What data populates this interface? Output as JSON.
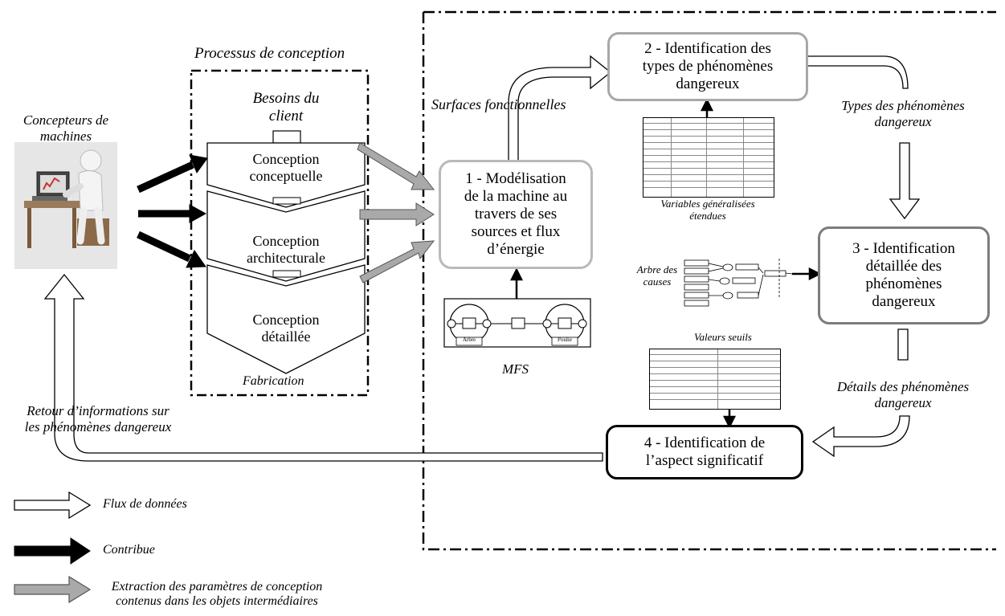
{
  "title_process": "Processus de conception",
  "designers_label": [
    "Concepteurs de",
    "machines"
  ],
  "besoins_label": [
    "Besoins du",
    "client"
  ],
  "phases": [
    {
      "line1": "Conception",
      "line2": "conceptuelle"
    },
    {
      "line1": "Conception",
      "line2": "architecturale"
    },
    {
      "line1": "Conception",
      "line2": "détaillée"
    }
  ],
  "fabrication_label": "Fabrication",
  "surfaces_label": "Surfaces fonctionnelles",
  "box1": [
    "1 - Modélisation",
    "de la machine au",
    "travers de ses",
    "sources et flux",
    "d’énergie"
  ],
  "box2": [
    "2 - Identification des",
    "types de phénomènes",
    "dangereux"
  ],
  "box3": [
    "3 - Identification",
    "détaillée des",
    "phénomènes",
    "dangereux"
  ],
  "box4": [
    "4 - Identification de",
    "l’aspect significatif"
  ],
  "types_label": [
    "Types des phénomènes",
    "dangereux"
  ],
  "variables_label": [
    "Variables généralisées",
    "étendues"
  ],
  "arbre_label": [
    "Arbre des",
    "causes"
  ],
  "mfs_label": "MFS",
  "mfs_nodes": [
    "Arbre",
    "Poulie"
  ],
  "valeurs_label": "Valeurs seuils",
  "details_label": [
    "Détails des phénomènes",
    "dangereux"
  ],
  "retour_label": [
    "Retour d’informations sur",
    "les phénomènes dangereux"
  ],
  "legend": [
    {
      "type": "white",
      "label": "Flux de données"
    },
    {
      "type": "black",
      "label": "Contribue"
    },
    {
      "type": "gray",
      "label": [
        "Extraction des paramètres de conception",
        "contenus dans les objets intermédiaires"
      ]
    }
  ]
}
